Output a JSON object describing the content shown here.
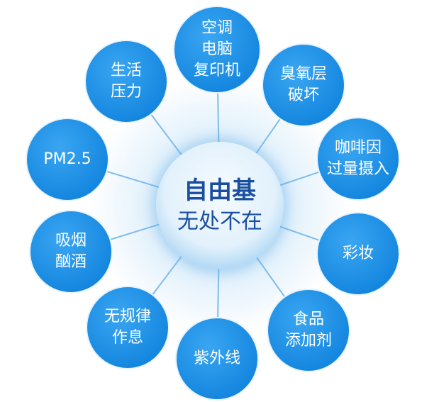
{
  "center": {
    "line1": "自由基",
    "line2": "无处不在"
  },
  "nodes": [
    {
      "lines": [
        "空调",
        "电脑",
        "复印机"
      ]
    },
    {
      "lines": [
        "臭氧层",
        "破坏"
      ]
    },
    {
      "lines": [
        "咖啡因",
        "过量摄入"
      ]
    },
    {
      "lines": [
        "彩妆"
      ]
    },
    {
      "lines": [
        "食品",
        "添加剂"
      ]
    },
    {
      "lines": [
        "紫外线"
      ]
    },
    {
      "lines": [
        "无规律",
        "作息"
      ]
    },
    {
      "lines": [
        "吸烟",
        "酗酒"
      ]
    },
    {
      "lines": [
        "PM2.5"
      ]
    },
    {
      "lines": [
        "生活",
        "压力"
      ]
    }
  ],
  "colors": {
    "node": "#1688e0",
    "center_text": "#1a4fa0"
  }
}
